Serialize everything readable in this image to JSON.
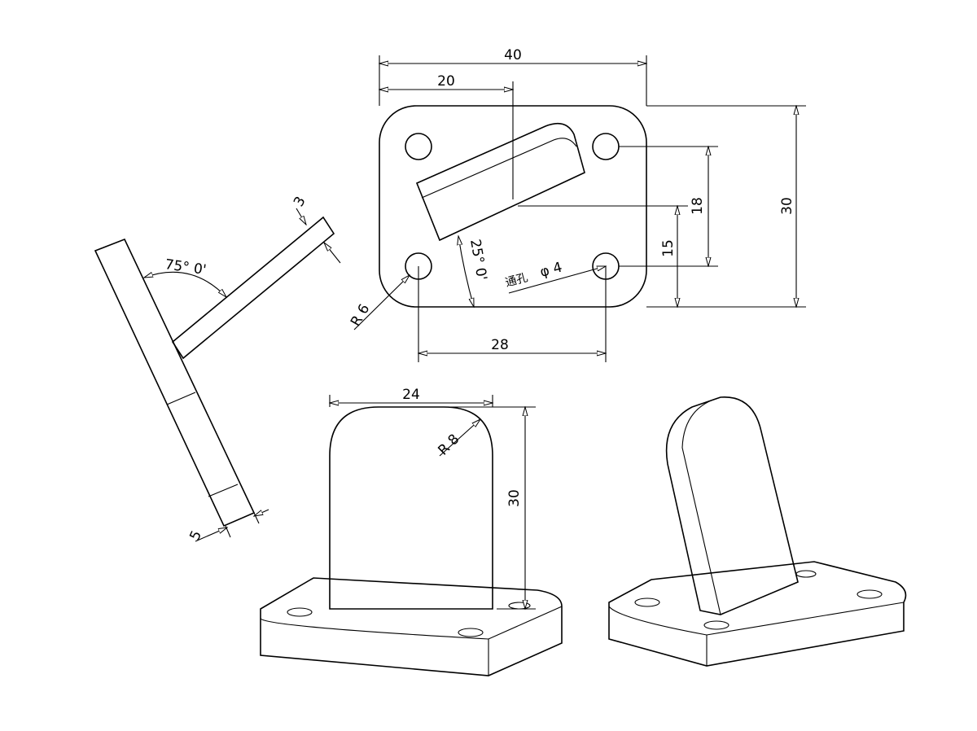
{
  "drawing": {
    "top_view": {
      "width_total": "40",
      "width_half": "20",
      "height_total": "30",
      "hole_spacing_v": "18",
      "slot_offset": "15",
      "hole_spacing_h": "28",
      "angle": "25° 0'",
      "hole_note": "通孔",
      "hole_dia": "φ 4",
      "corner_radius": "R 6"
    },
    "side_view": {
      "angle": "75° 0'",
      "arm_thickness": "3",
      "base_thickness": "5"
    },
    "front_view": {
      "width": "24",
      "top_radius": "R 8",
      "height": "30"
    }
  }
}
